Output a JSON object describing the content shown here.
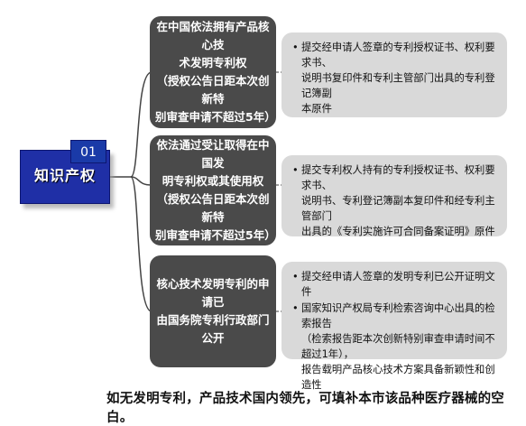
{
  "topic": {
    "label": "知识产权",
    "number": "01"
  },
  "branches": [
    {
      "title": "在中国依法拥有产品核心技\n术发明专利权\n（授权公告日距本次创新特\n别审查申请不超过5年）",
      "items": [
        "提交经申请人签章的专利授权证书、权利要求书、\n说明书复印件和专利主管部门出具的专利登记簿副\n本原件"
      ]
    },
    {
      "title": "依法通过受让取得在中国发\n明专利权或其使用权\n（授权公告日距本次创新特\n别审查申请不超过5年）",
      "items": [
        "提交专利权人持有的专利授权证书、权利要求书、\n说明书、专利登记簿副本复印件和经专利主管部门\n出具的《专利实施许可合同备案证明》原件"
      ]
    },
    {
      "title": "核心技术发明专利的申请已\n由国务院专利行政部门公开",
      "items": [
        "提交经申请人签章的发明专利已公开证明文件",
        "国家知识产权局专利检索咨询中心出具的检索报告\n（检索报告距本次创新特别审查申请时间不超过1年），\n报告载明产品核心技术方案具备新颖性和创造性"
      ]
    }
  ],
  "footnote": "如无发明专利，产品技术国内领先，可填补本市该品种医疗器械的空白。"
}
